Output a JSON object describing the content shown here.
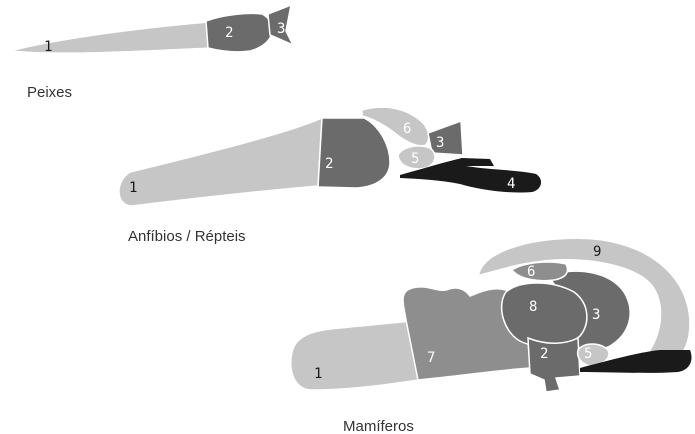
{
  "colors": {
    "light": "#c6c6c6",
    "mid": "#8e8e8e",
    "dark": "#6b6b6b",
    "black": "#1a1a1a",
    "outline": "#ffffff",
    "caption": "#333333"
  },
  "groups": {
    "fish": {
      "caption": "Peixes",
      "labels": {
        "p1": "1",
        "p2": "2",
        "p3": "3"
      }
    },
    "amphibians": {
      "caption": "Anfíbios / Répteis",
      "labels": {
        "p1": "1",
        "p2": "2",
        "p3": "3",
        "p4": "4",
        "p5": "5",
        "p6": "6"
      }
    },
    "mammals": {
      "caption": "Mamíferos",
      "labels": {
        "p1": "1",
        "p2": "2",
        "p3": "3",
        "p5": "5",
        "p6": "6",
        "p7": "7",
        "p8": "8",
        "p9": "9"
      }
    }
  }
}
